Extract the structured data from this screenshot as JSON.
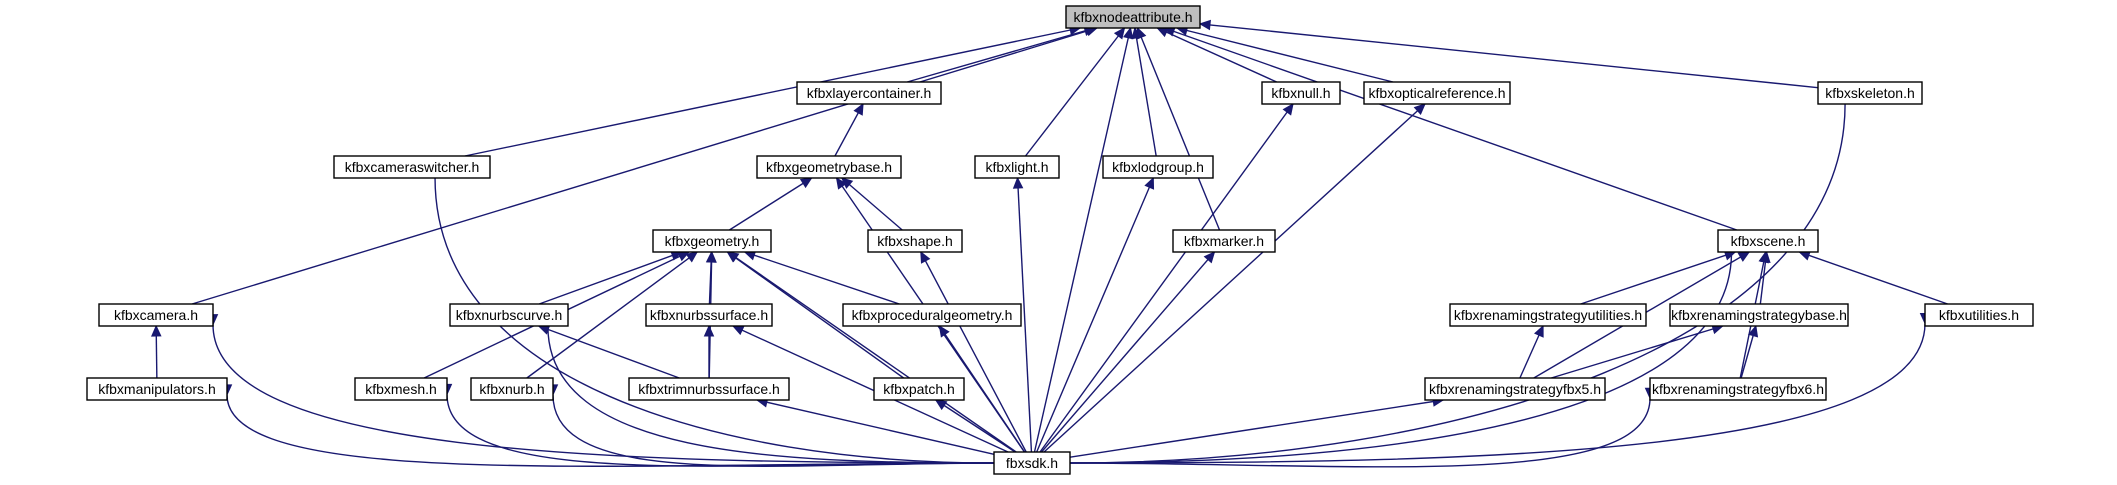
{
  "nodes": [
    {
      "id": "kfbxnodeattribute",
      "label": "kfbxnodeattribute.h",
      "root": true
    },
    {
      "id": "kfbxlayercontainer",
      "label": "kfbxlayercontainer.h"
    },
    {
      "id": "kfbxnull",
      "label": "kfbxnull.h"
    },
    {
      "id": "kfbxopticalreference",
      "label": "kfbxopticalreference.h"
    },
    {
      "id": "kfbxskeleton",
      "label": "kfbxskeleton.h"
    },
    {
      "id": "kfbxcameraswitcher",
      "label": "kfbxcameraswitcher.h"
    },
    {
      "id": "kfbxgeometrybase",
      "label": "kfbxgeometrybase.h"
    },
    {
      "id": "kfbxlight",
      "label": "kfbxlight.h"
    },
    {
      "id": "kfbxlodgroup",
      "label": "kfbxlodgroup.h"
    },
    {
      "id": "kfbxgeometry",
      "label": "kfbxgeometry.h"
    },
    {
      "id": "kfbxshape",
      "label": "kfbxshape.h"
    },
    {
      "id": "kfbxmarker",
      "label": "kfbxmarker.h"
    },
    {
      "id": "kfbxscene",
      "label": "kfbxscene.h"
    },
    {
      "id": "kfbxcamera",
      "label": "kfbxcamera.h"
    },
    {
      "id": "kfbxnurbscurve",
      "label": "kfbxnurbscurve.h"
    },
    {
      "id": "kfbxnurbssurface",
      "label": "kfbxnurbssurface.h"
    },
    {
      "id": "kfbxproceduralgeometry",
      "label": "kfbxproceduralgeometry.h"
    },
    {
      "id": "kfbxrenamingstrategyutilities",
      "label": "kfbxrenamingstrategyutilities.h"
    },
    {
      "id": "kfbxrenamingstrategybase",
      "label": "kfbxrenamingstrategybase.h"
    },
    {
      "id": "kfbxutilities",
      "label": "kfbxutilities.h"
    },
    {
      "id": "kfbxmanipulators",
      "label": "kfbxmanipulators.h"
    },
    {
      "id": "kfbxmesh",
      "label": "kfbxmesh.h"
    },
    {
      "id": "kfbxnurb",
      "label": "kfbxnurb.h"
    },
    {
      "id": "kfbxtrimnurbssurface",
      "label": "kfbxtrimnurbssurface.h"
    },
    {
      "id": "kfbxpatch",
      "label": "kfbxpatch.h"
    },
    {
      "id": "kfbxrenamingstrategyfbx5",
      "label": "kfbxrenamingstrategyfbx5.h"
    },
    {
      "id": "kfbxrenamingstrategyfbx6",
      "label": "kfbxrenamingstrategyfbx6.h"
    },
    {
      "id": "fbxsdk",
      "label": "fbxsdk.h"
    }
  ],
  "edges": [
    [
      "kfbxlayercontainer",
      "kfbxnodeattribute"
    ],
    [
      "kfbxnull",
      "kfbxnodeattribute"
    ],
    [
      "kfbxopticalreference",
      "kfbxnodeattribute"
    ],
    [
      "kfbxskeleton",
      "kfbxnodeattribute"
    ],
    [
      "kfbxcameraswitcher",
      "kfbxnodeattribute"
    ],
    [
      "kfbxlight",
      "kfbxnodeattribute"
    ],
    [
      "kfbxlodgroup",
      "kfbxnodeattribute"
    ],
    [
      "kfbxmarker",
      "kfbxnodeattribute"
    ],
    [
      "kfbxscene",
      "kfbxnodeattribute"
    ],
    [
      "kfbxcamera",
      "kfbxnodeattribute"
    ],
    [
      "fbxsdk",
      "kfbxnodeattribute"
    ],
    [
      "kfbxgeometrybase",
      "kfbxlayercontainer"
    ],
    [
      "kfbxgeometry",
      "kfbxgeometrybase"
    ],
    [
      "kfbxshape",
      "kfbxgeometrybase"
    ],
    [
      "fbxsdk",
      "kfbxgeometrybase"
    ],
    [
      "kfbxnurbscurve",
      "kfbxgeometry"
    ],
    [
      "kfbxnurbssurface",
      "kfbxgeometry"
    ],
    [
      "kfbxproceduralgeometry",
      "kfbxgeometry"
    ],
    [
      "kfbxmesh",
      "kfbxgeometry"
    ],
    [
      "kfbxnurb",
      "kfbxgeometry"
    ],
    [
      "kfbxtrimnurbssurface",
      "kfbxgeometry"
    ],
    [
      "kfbxpatch",
      "kfbxgeometry"
    ],
    [
      "fbxsdk",
      "kfbxgeometry"
    ],
    [
      "kfbxtrimnurbssurface",
      "kfbxnurbscurve"
    ],
    [
      "kfbxtrimnurbssurface",
      "kfbxnurbssurface"
    ],
    [
      "kfbxmanipulators",
      "kfbxcamera"
    ],
    [
      "fbxsdk",
      "kfbxcamera"
    ],
    [
      "kfbxrenamingstrategyutilities",
      "kfbxscene"
    ],
    [
      "kfbxrenamingstrategybase",
      "kfbxscene"
    ],
    [
      "kfbxutilities",
      "kfbxscene"
    ],
    [
      "kfbxrenamingstrategyfbx5",
      "kfbxscene"
    ],
    [
      "kfbxrenamingstrategyfbx6",
      "kfbxscene"
    ],
    [
      "fbxsdk",
      "kfbxscene"
    ],
    [
      "kfbxrenamingstrategyfbx5",
      "kfbxrenamingstrategyutilities"
    ],
    [
      "kfbxrenamingstrategyfbx5",
      "kfbxrenamingstrategybase"
    ],
    [
      "kfbxrenamingstrategyfbx6",
      "kfbxrenamingstrategybase"
    ],
    [
      "fbxsdk",
      "kfbxnull"
    ],
    [
      "fbxsdk",
      "kfbxopticalreference"
    ],
    [
      "fbxsdk",
      "kfbxskeleton"
    ],
    [
      "fbxsdk",
      "kfbxcameraswitcher"
    ],
    [
      "fbxsdk",
      "kfbxlight"
    ],
    [
      "fbxsdk",
      "kfbxlodgroup"
    ],
    [
      "fbxsdk",
      "kfbxshape"
    ],
    [
      "fbxsdk",
      "kfbxmarker"
    ],
    [
      "fbxsdk",
      "kfbxnurbscurve"
    ],
    [
      "fbxsdk",
      "kfbxnurbssurface"
    ],
    [
      "fbxsdk",
      "kfbxproceduralgeometry"
    ],
    [
      "fbxsdk",
      "kfbxutilities"
    ],
    [
      "fbxsdk",
      "kfbxmanipulators"
    ],
    [
      "fbxsdk",
      "kfbxmesh"
    ],
    [
      "fbxsdk",
      "kfbxnurb"
    ],
    [
      "fbxsdk",
      "kfbxtrimnurbssurface"
    ],
    [
      "fbxsdk",
      "kfbxpatch"
    ],
    [
      "fbxsdk",
      "kfbxrenamingstrategyfbx5"
    ],
    [
      "fbxsdk",
      "kfbxrenamingstrategyfbx6"
    ]
  ],
  "colors": {
    "edge": "#191970",
    "node_border": "#000000",
    "root_fill": "#bfbfbf",
    "node_fill": "#ffffff"
  }
}
